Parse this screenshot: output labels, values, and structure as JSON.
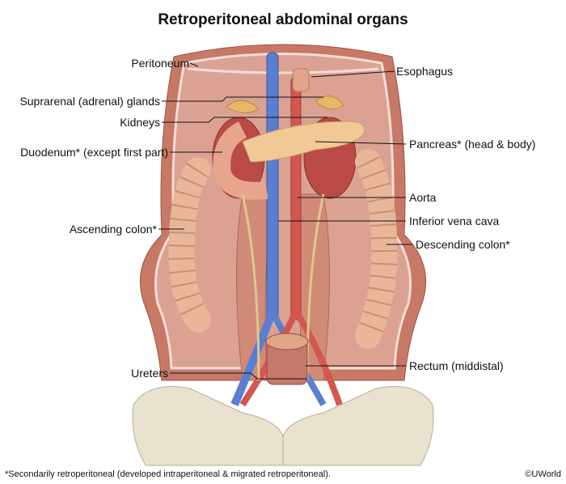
{
  "title": "Retroperitoneal abdominal organs",
  "labels": {
    "peritoneum": "Peritoneum",
    "esophagus": "Esophagus",
    "suprarenal": "Suprarenal (adrenal) glands",
    "kidneys": "Kidneys",
    "duodenum": "Duodenum* (except first part)",
    "pancreas": "Pancreas* (head & body)",
    "aorta": "Aorta",
    "ivc": "Inferior vena cava",
    "ascending": "Ascending colon*",
    "descending": "Descending colon*",
    "ureters": "Ureters",
    "rectum": "Rectum (middistal)"
  },
  "footnote": "*Secondarily retroperitoneal (developed intraperitoneal & migrated retroperitoneal).",
  "copyright": "©UWorld"
}
